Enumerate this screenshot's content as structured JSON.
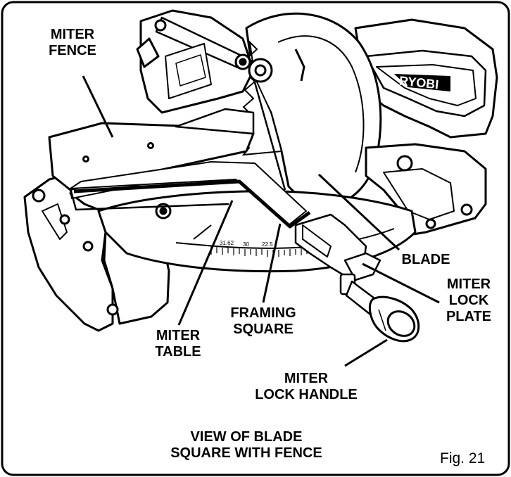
{
  "labels": {
    "miter_fence": [
      "MITER",
      "FENCE"
    ],
    "blade": "BLADE",
    "miter_lock_plate": [
      "MITER",
      "LOCK",
      "PLATE"
    ],
    "framing_square": [
      "FRAMING",
      "SQUARE"
    ],
    "miter_table": [
      "MITER",
      "TABLE"
    ],
    "miter_lock_handle": [
      "MITER",
      "LOCK HANDLE"
    ]
  },
  "caption": [
    "VIEW OF BLADE",
    "SQUARE WITH FENCE"
  ],
  "figure_number": "Fig. 21",
  "brand_logo": "RYOBI",
  "scale_ticks": [
    "31.62",
    "30",
    "22.5"
  ]
}
